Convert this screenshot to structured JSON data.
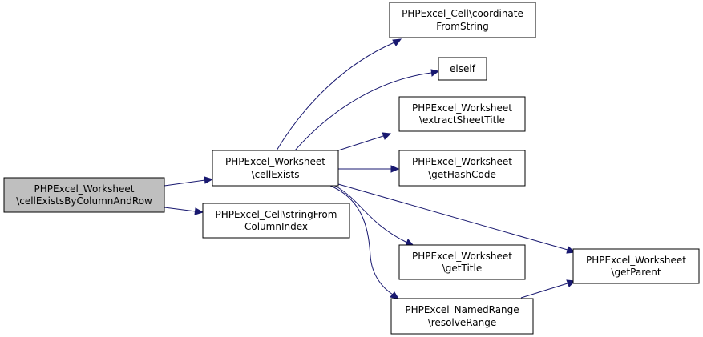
{
  "nodes": {
    "root": {
      "line1": "PHPExcel_Worksheet",
      "line2": "\\cellExistsByColumnAndRow"
    },
    "cellExists": {
      "line1": "PHPExcel_Worksheet",
      "line2": "\\cellExists"
    },
    "stringFromColumnIndex": {
      "line1": "PHPExcel_Cell\\stringFrom",
      "line2": "ColumnIndex"
    },
    "coordinateFromString": {
      "line1": "PHPExcel_Cell\\coordinate",
      "line2": "FromString"
    },
    "elseif": {
      "line1": "elseif"
    },
    "extractSheetTitle": {
      "line1": "PHPExcel_Worksheet",
      "line2": "\\extractSheetTitle"
    },
    "getHashCode": {
      "line1": "PHPExcel_Worksheet",
      "line2": "\\getHashCode"
    },
    "getTitle": {
      "line1": "PHPExcel_Worksheet",
      "line2": "\\getTitle"
    },
    "resolveRange": {
      "line1": "PHPExcel_NamedRange",
      "line2": "\\resolveRange"
    },
    "getParent": {
      "line1": "PHPExcel_Worksheet",
      "line2": "\\getParent"
    }
  },
  "colors": {
    "edge": "#191970",
    "root_fill": "#bfbfbf",
    "node_fill": "#ffffff"
  }
}
